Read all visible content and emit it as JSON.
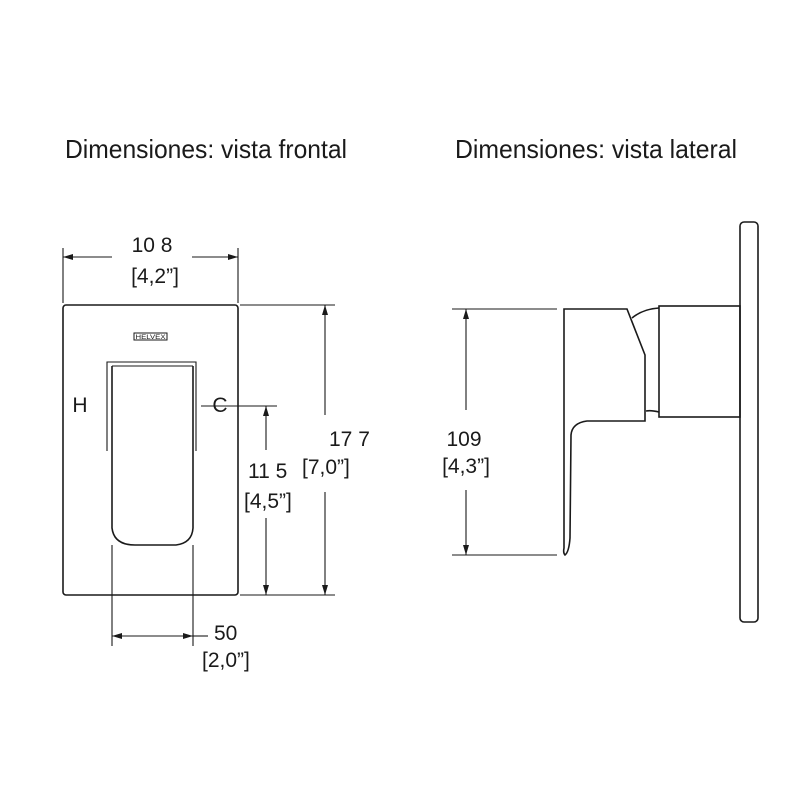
{
  "front_view": {
    "title": "Dimensiones: vista frontal",
    "logo_text": "HELVEX",
    "hot_label": "H",
    "cold_label": "C",
    "width_mm": "10 8",
    "width_in": "[4,2”]",
    "height_mm": "17 7",
    "height_in": "[7,0”]",
    "handle_height_mm": "11 5",
    "handle_height_in": "[4,5”]",
    "handle_width_mm": "50",
    "handle_width_in": "[2,0”]"
  },
  "side_view": {
    "title": "Dimensiones: vista lateral",
    "handle_height_mm": "109",
    "handle_height_in": "[4,3”]"
  }
}
